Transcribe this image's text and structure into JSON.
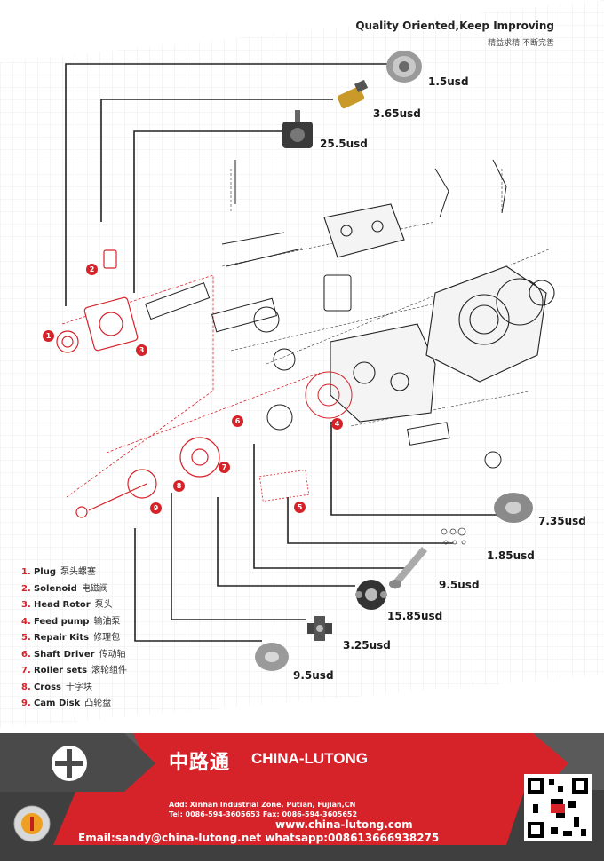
{
  "header": {
    "slogan_en": "Quality Oriented,Keep Improving",
    "slogan_cn": "精益求精 不断完善"
  },
  "prices": [
    {
      "label": "1.5usd"
    },
    {
      "label": "3.65usd"
    },
    {
      "label": "25.5usd"
    },
    {
      "label": "7.35usd"
    },
    {
      "label": "1.85usd"
    },
    {
      "label": "9.5usd"
    },
    {
      "label": "15.85usd"
    },
    {
      "label": "3.25usd"
    },
    {
      "label": "9.5usd"
    }
  ],
  "callouts": [
    "1",
    "2",
    "3",
    "4",
    "5",
    "6",
    "7",
    "8",
    "9"
  ],
  "legend": [
    {
      "num": "1.",
      "en": "Plug",
      "cn": "泵头螺塞"
    },
    {
      "num": "2.",
      "en": "Solenoid",
      "cn": "电磁阀"
    },
    {
      "num": "3.",
      "en": "Head Rotor",
      "cn": "泵头"
    },
    {
      "num": "4.",
      "en": "Feed pump",
      "cn": "输油泵"
    },
    {
      "num": "5.",
      "en": "Repair Kits",
      "cn": "修理包"
    },
    {
      "num": "6.",
      "en": "Shaft Driver",
      "cn": "传动轴"
    },
    {
      "num": "7.",
      "en": "Roller sets",
      "cn": "滚轮组件"
    },
    {
      "num": "8.",
      "en": "Cross",
      "cn": "十字块"
    },
    {
      "num": "9.",
      "en": "Cam Disk",
      "cn": "凸轮盘"
    }
  ],
  "footer": {
    "brand_cn": "中路通",
    "brand_en": "CHINA-LUTONG",
    "address": "Add: Xinhan Industrial Zone, Putian, Fujian,CN",
    "tel": "Tel: 0086-594-3605653   Fax: 0086-594-3605652",
    "website": "www.china-lutong.com",
    "contact": "Email:sandy@china-lutong.net   whatsapp:008613666938275"
  },
  "colors": {
    "accent": "#d6232a",
    "banner_gray": "#4a4a4a",
    "line": "#222222"
  }
}
